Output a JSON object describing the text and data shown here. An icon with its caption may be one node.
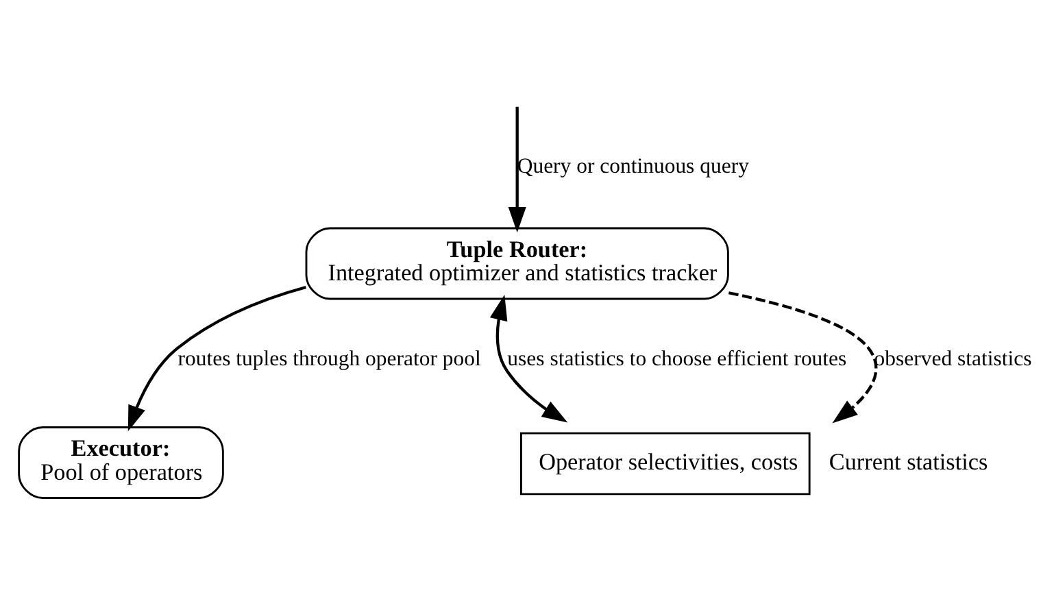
{
  "diagram": {
    "nodes": [
      {
        "text": [
          "Tuple Router:",
          "Integrated optimizer and statistics tracker"
        ]
      },
      {
        "text": [
          "Executor:",
          "Pool of operators"
        ]
      },
      {
        "text": [
          "Operator selectivities, costs"
        ],
        "beside": [
          "Current statistics"
        ]
      }
    ],
    "edges": [
      {
        "from": null,
        "to": 0,
        "arrow": "to",
        "label": "Query or continuous query"
      },
      {
        "from": 0,
        "to": 1,
        "arrow": "to",
        "label": "routes tuples through operator pool"
      },
      {
        "from": 0,
        "to": 2,
        "arrow": "both",
        "label": "uses statistics to choose efficient routes"
      },
      {
        "from": 0,
        "to": 2,
        "arrow": "to",
        "style": "dashed",
        "label": "observed statistics"
      }
    ]
  }
}
